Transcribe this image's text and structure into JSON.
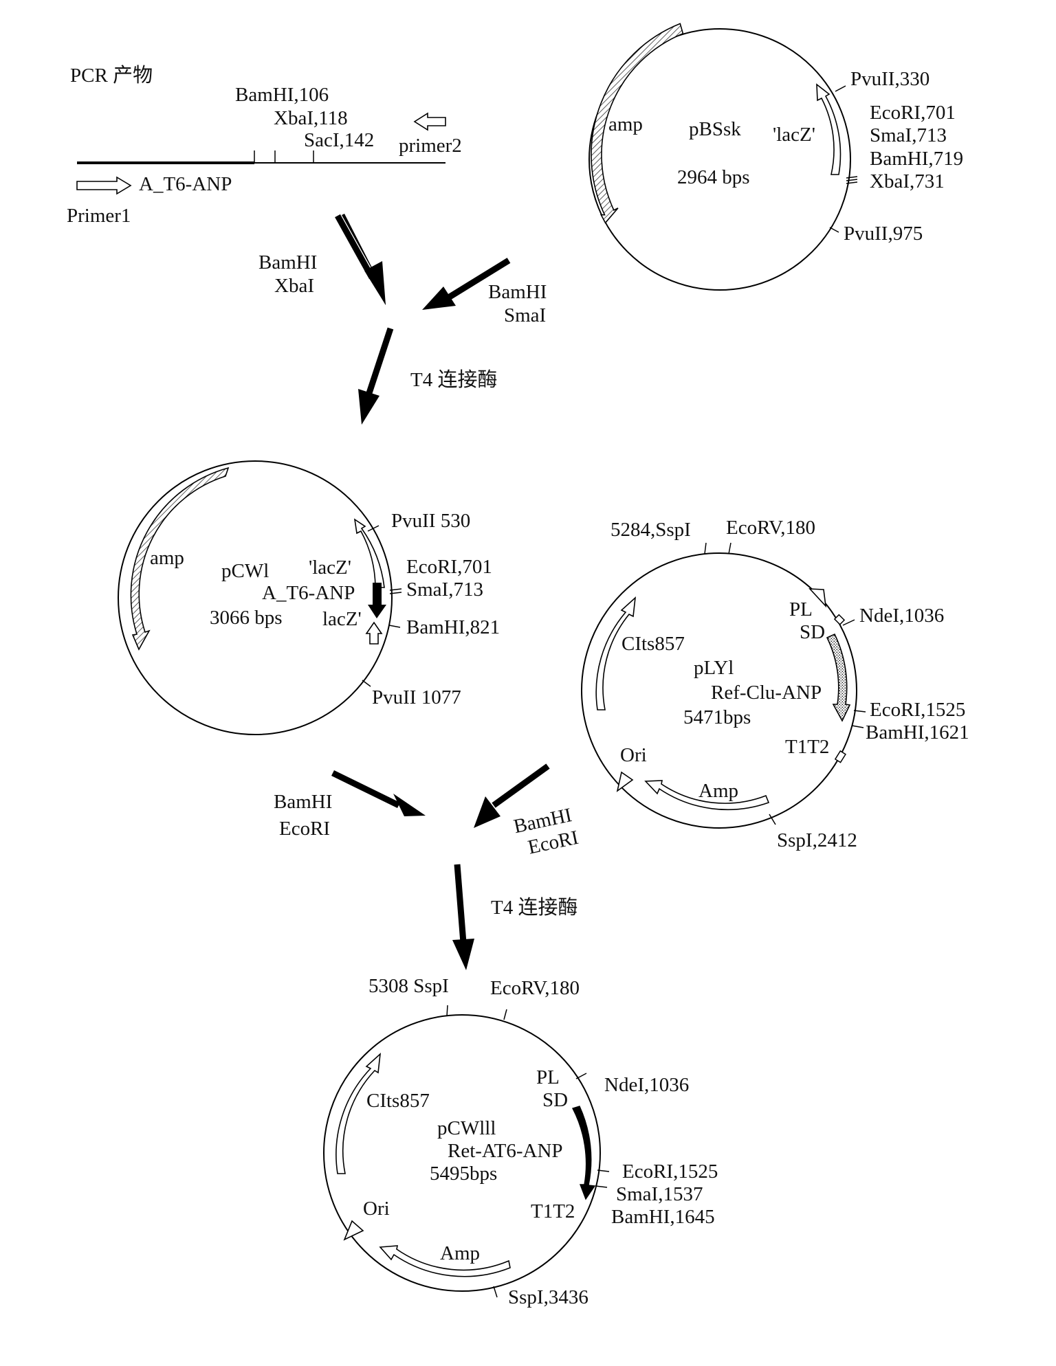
{
  "pcr": {
    "title": "PCR  产物",
    "sites": [
      "BamHI,106",
      "XbaI,118",
      "SacI,142"
    ],
    "primer2": "primer2",
    "gene": "A_T6-ANP",
    "primer1": "Primer1"
  },
  "pbssk": {
    "name": "pBSsk",
    "size": "2964 bps",
    "amp": "amp",
    "lacz": "'lacZ'",
    "sites": [
      "PvuII,330",
      "EcoRI,701",
      "SmaI,713",
      "BamHI,719",
      "XbaI,731",
      "PvuII,975"
    ]
  },
  "step1": {
    "enzymes_left": [
      "BamHI",
      "XbaI"
    ],
    "enzymes_right": [
      "BamHI",
      "SmaI"
    ],
    "ligase": "T4 连接酶"
  },
  "pcwi": {
    "name": "pCWl",
    "insert": "A_T6-ANP",
    "size": "3066 bps",
    "amp": "amp",
    "lacz1": "'lacZ'",
    "lacz2": "lacZ'",
    "sites": [
      "PvuII 530",
      "EcoRI,701",
      "SmaI,713",
      "BamHI,821",
      "PvuII 1077"
    ]
  },
  "ply1": {
    "name": "pLYl",
    "insert": "Ref-Clu-ANP",
    "size": "5471bps",
    "cits": "CIts857",
    "pl": "PL",
    "sd": "SD",
    "t1t2": "T1T2",
    "ori": "Ori",
    "amp": "Amp",
    "sites": [
      "5284,SspI",
      "EcoRV,180",
      "NdeI,1036",
      "EcoRI,1525",
      "BamHI,1621",
      "SspI,2412"
    ]
  },
  "step2": {
    "enzymes_left": [
      "BamHI",
      "EcoRI"
    ],
    "enzymes_right": [
      "BamHI",
      "EcoRI"
    ],
    "ligase": "T4 连接酶"
  },
  "pcwii": {
    "name": "pCWlll",
    "insert": "Ret-AT6-ANP",
    "size": "5495bps",
    "cits": "CIts857",
    "pl": "PL",
    "sd": "SD",
    "t1t2": "T1T2",
    "ori": "Ori",
    "amp": "Amp",
    "sites": [
      "5308 SspI",
      "EcoRV,180",
      "NdeI,1036",
      "EcoRI,1525",
      "SmaI,1537",
      "BamHI,1645",
      "SspI,3436"
    ]
  }
}
